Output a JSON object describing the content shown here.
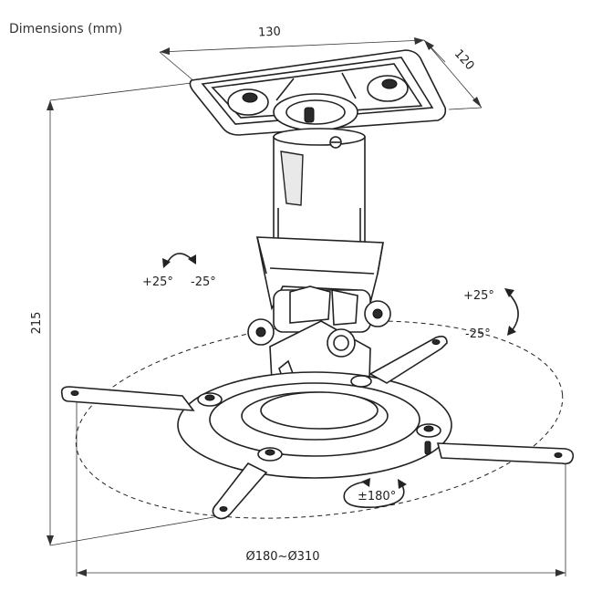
{
  "title": "Dimensions (mm)",
  "dimensions": {
    "width": "130",
    "depth": "120",
    "height": "215",
    "diameter": "Ø180~Ø310"
  },
  "rotation": {
    "tilt_left_pos": "+25°",
    "tilt_left_neg": "-25°",
    "tilt_right_pos": "+25°",
    "tilt_right_neg": "-25°",
    "swivel": "±180°"
  },
  "colors": {
    "line": "#222222",
    "background": "#ffffff",
    "accent_fill": "#e9e9e9"
  }
}
